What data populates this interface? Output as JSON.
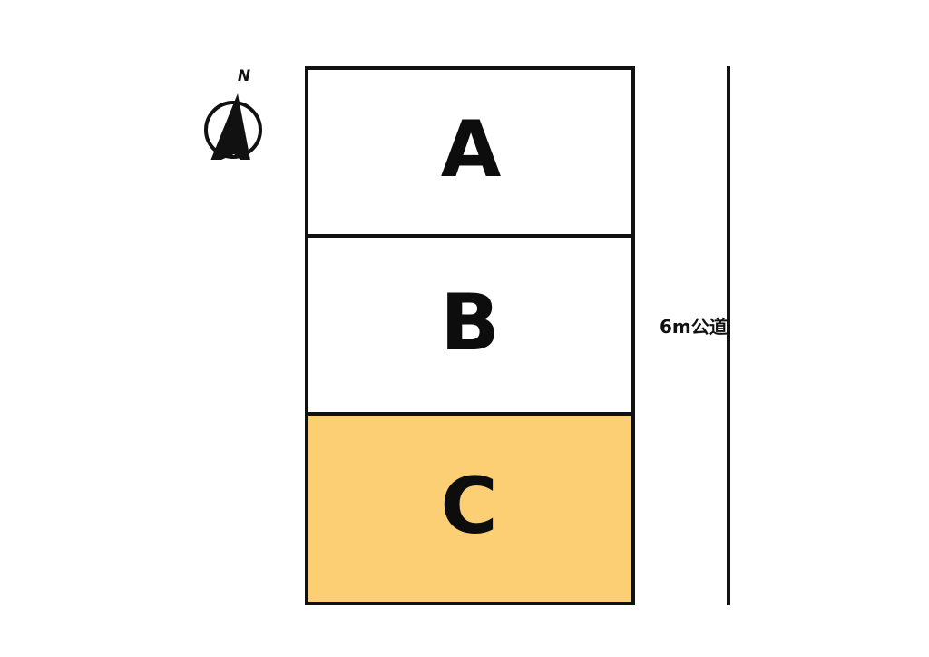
{
  "diagram": {
    "type": "property-subdivision-plot-map",
    "background_color": "#ffffff",
    "line_color": "#111111",
    "highlight_color": "#fccf74"
  },
  "compass": {
    "label": "N",
    "icon": "compass-north-arrow"
  },
  "plot": {
    "lots": [
      {
        "id": "a",
        "label": "A",
        "fill": "#ffffff",
        "highlighted": false
      },
      {
        "id": "b",
        "label": "B",
        "fill": "#ffffff",
        "highlighted": false
      },
      {
        "id": "c",
        "label": "C",
        "fill": "#fccf74",
        "highlighted": true
      }
    ]
  },
  "road": {
    "label": "6m公道",
    "width_text": "6m",
    "type_text": "公道"
  }
}
